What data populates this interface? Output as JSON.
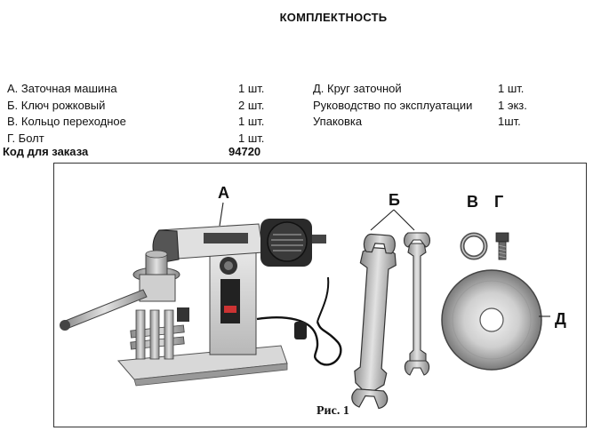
{
  "title": "КОМПЛЕКТНОСТЬ",
  "left_items": [
    {
      "name": "А. Заточная машина",
      "qty": "1 шт."
    },
    {
      "name": "Б. Ключ рожковый",
      "qty": "2 шт."
    },
    {
      "name": "В. Кольцо переходное",
      "qty": "1 шт."
    },
    {
      "name": "Г. Болт",
      "qty": "1 шт."
    }
  ],
  "right_items": [
    {
      "name": "Д. Круг заточной",
      "qty": "1 шт."
    },
    {
      "name": "Руководство по эксплуатации",
      "qty": "1 экз."
    },
    {
      "name": "Упаковка",
      "qty": "1шт."
    }
  ],
  "order_code": {
    "label": "Код для заказа",
    "value": "94720"
  },
  "figure": {
    "callouts": {
      "a": "А",
      "b": "Б",
      "v": "В",
      "g": "Г",
      "d": "Д"
    },
    "caption": "Рис. 1"
  }
}
